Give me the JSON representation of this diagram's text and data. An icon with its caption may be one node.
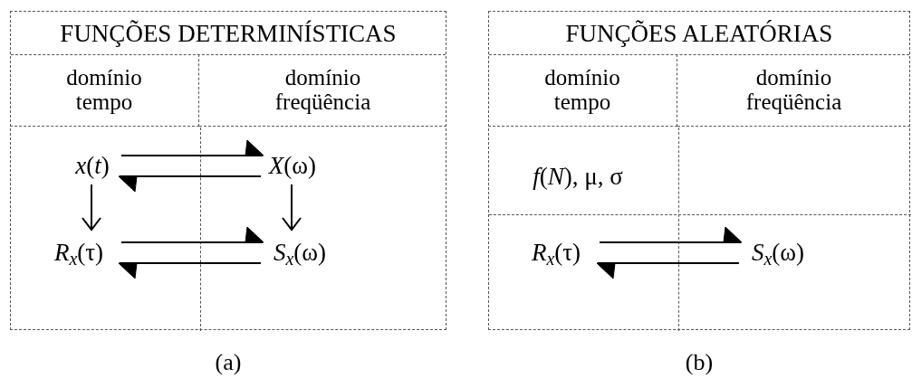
{
  "diagram": {
    "nodes": [
      {
        "text": [
          "FUNÇÕES DETERMINÍSTICAS"
        ],
        "beside": [
          "(a)"
        ]
      },
      {
        "text": [
          "domínio tempo"
        ],
        "in": 0
      },
      {
        "text": [
          "domínio freqüência"
        ],
        "in": 0
      },
      {
        "text": [
          "*x*(*t*)"
        ],
        "in": 0
      },
      {
        "text": [
          "*X*(ω)"
        ],
        "in": 0
      },
      {
        "text": [
          "*R*$_{x}$(τ)"
        ],
        "in": 0
      },
      {
        "text": [
          "*S*$_{x}$(ω)"
        ],
        "in": 0
      },
      {
        "text": [
          "FUNÇÕES ALEATÓRIAS"
        ],
        "beside": [
          "(b)"
        ]
      },
      {
        "text": [
          "domínio tempo"
        ],
        "in": 7
      },
      {
        "text": [
          "domínio freqüência"
        ],
        "in": 7
      },
      {
        "text": [
          "*f*(*N*), μ, σ"
        ],
        "in": 7
      },
      {
        "text": [
          "*R*$_{x}$(τ)"
        ],
        "in": 7
      },
      {
        "text": [
          "*S*$_{x}$(ω)"
        ],
        "in": 7
      }
    ],
    "edges": [
      {
        "from": 3,
        "to": 4,
        "arrow": "to"
      },
      {
        "from": 4,
        "to": 3,
        "arrow": "to"
      },
      {
        "from": 3,
        "to": 5,
        "arrow": "to"
      },
      {
        "from": 4,
        "to": 6,
        "arrow": "to"
      },
      {
        "from": 5,
        "to": 6,
        "arrow": "to"
      },
      {
        "from": 6,
        "to": 5,
        "arrow": "to"
      },
      {
        "from": 11,
        "to": 12,
        "arrow": "to"
      },
      {
        "from": 12,
        "to": 11,
        "arrow": "to"
      }
    ]
  }
}
